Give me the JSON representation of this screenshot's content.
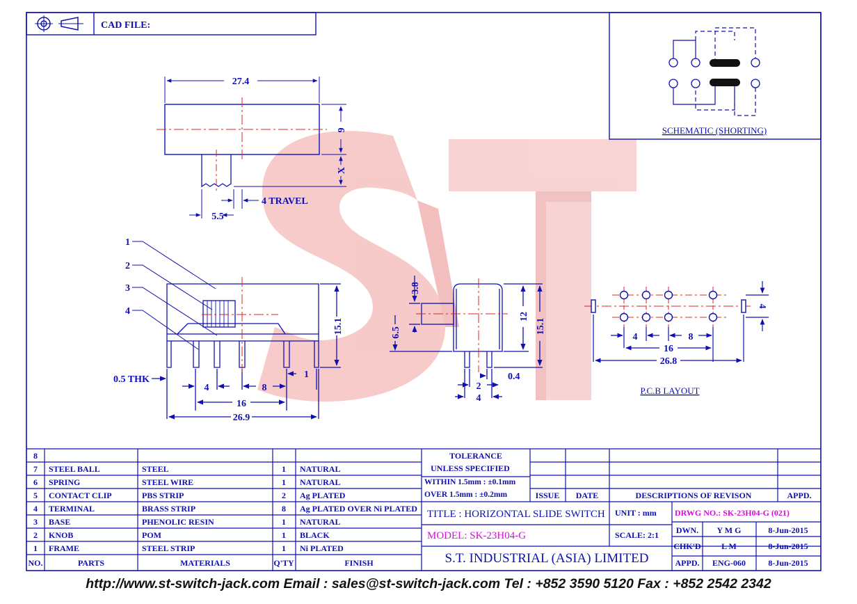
{
  "header": {
    "cad_file": "CAD FILE:"
  },
  "top_view": {
    "width": "27.4",
    "height": "9",
    "knob": "X",
    "travel": "4 TRAVEL",
    "knob_offset": "5.5"
  },
  "callouts": [
    "1",
    "2",
    "3",
    "4"
  ],
  "front_view": {
    "thk": "0.5 THK",
    "pitch": "4",
    "pitch2": "8",
    "span": "16",
    "length": "26.9",
    "pin": "1",
    "height": "15.1"
  },
  "side_view": {
    "knob_h": "3.8",
    "knob_pos": "6.5",
    "body_h": "12",
    "total_h": "15.1",
    "pin_w": "0.4",
    "pin_gap": "2",
    "row": "4"
  },
  "pcb": {
    "title": "P.C.B LAYOUT",
    "pitch": "4",
    "pitch2": "8",
    "span": "16",
    "length": "26.8",
    "row": "4"
  },
  "schematic": {
    "title": "SCHEMATIC (SHORTING)"
  },
  "parts_table": {
    "headers": [
      "NO.",
      "PARTS",
      "MATERIALS",
      "Q'TY",
      "FINISH"
    ],
    "rows": [
      [
        "8",
        "",
        "",
        "",
        ""
      ],
      [
        "7",
        "STEEL BALL",
        "STEEL",
        "1",
        "NATURAL"
      ],
      [
        "6",
        "SPRING",
        "STEEL WIRE",
        "1",
        "NATURAL"
      ],
      [
        "5",
        "CONTACT CLIP",
        "PBS STRIP",
        "2",
        "Ag PLATED"
      ],
      [
        "4",
        "TERMINAL",
        "BRASS STRIP",
        "8",
        "Ag PLATED OVER Ni PLATED"
      ],
      [
        "3",
        "BASE",
        "PHENOLIC RESIN",
        "1",
        "NATURAL"
      ],
      [
        "2",
        "KNOB",
        "POM",
        "1",
        "BLACK"
      ],
      [
        "1",
        "FRAME",
        "STEEL STRIP",
        "1",
        "Ni PLATED"
      ]
    ]
  },
  "title_block": {
    "tolerance": "TOLERANCE",
    "unless": "UNLESS   SPECIFIED",
    "within": "WITHIN  1.5mm : ±0.1mm",
    "over": "OVER    1.5mm : ±0.2mm",
    "issue": "ISSUE",
    "date": "DATE",
    "descriptions": "DESCRIPTIONS OF REVISON",
    "appd": "APPD.",
    "title": "TITLE : HORIZONTAL SLIDE SWITCH",
    "unit": "UNIT :   mm",
    "drwg": "DRWG NO.: SK-23H04-G (021)",
    "model": "MODEL: SK-23H04-G",
    "scale": "SCALE:   2:1",
    "company": "S.T.  INDUSTRIAL  (ASIA)  LIMITED",
    "dwn": "DWN.",
    "dwn_by": "Y M G",
    "dwn_date": "8-Jun-2015",
    "chkd": "CHK'D",
    "chkd_by": "L M",
    "chkd_date": "8-Jun-2015",
    "appd2": "APPD.",
    "appd_by": "ENG-060",
    "appd_date": "8-Jun-2015"
  },
  "footer": "http://www.st-switch-jack.com  Email : sales@st-switch-jack.com  Tel : +852 3590 5120  Fax : +852 2542 2342",
  "colors": {
    "ink": "#1010b0",
    "centerline": "#e02020",
    "watermark": "#f4b4b4",
    "model": "#d010d0",
    "footer": "#111111"
  }
}
